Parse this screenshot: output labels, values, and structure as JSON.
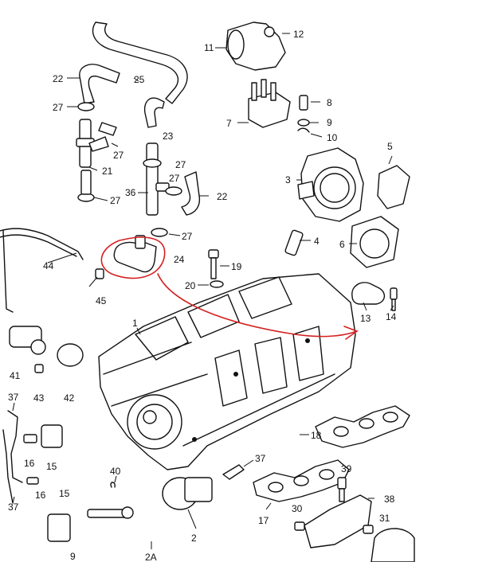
{
  "callouts": {
    "c1": "1",
    "c2": "2",
    "c2A": "2A",
    "c3": "3",
    "c4": "4",
    "c5": "5",
    "c6": "6",
    "c7": "7",
    "c8": "8",
    "c9": "9",
    "c10": "10",
    "c11": "11",
    "c12": "12",
    "c13": "13",
    "c14": "14",
    "c15a": "15",
    "c15b": "15",
    "c16a": "16",
    "c16b": "16",
    "c17": "17",
    "c18": "18",
    "c19": "19",
    "c20": "20",
    "c21": "21",
    "c22a": "22",
    "c22b": "22",
    "c23": "23",
    "c24": "24",
    "c25": "25",
    "c27a": "27",
    "c27b": "27",
    "c27c": "27",
    "c27d": "27",
    "c27e": "27",
    "c27f": "27",
    "c30": "30",
    "c31": "31",
    "c36": "36",
    "c37a": "37",
    "c37b": "37",
    "c37c": "37",
    "c38": "38",
    "c39": "39",
    "c40": "40",
    "c41": "41",
    "c42": "42",
    "c43": "43",
    "c44": "44",
    "c45": "45",
    "c9b": "9"
  },
  "colors": {
    "ink": "#111111",
    "paper": "#ffffff",
    "annotation": "#d42020"
  }
}
